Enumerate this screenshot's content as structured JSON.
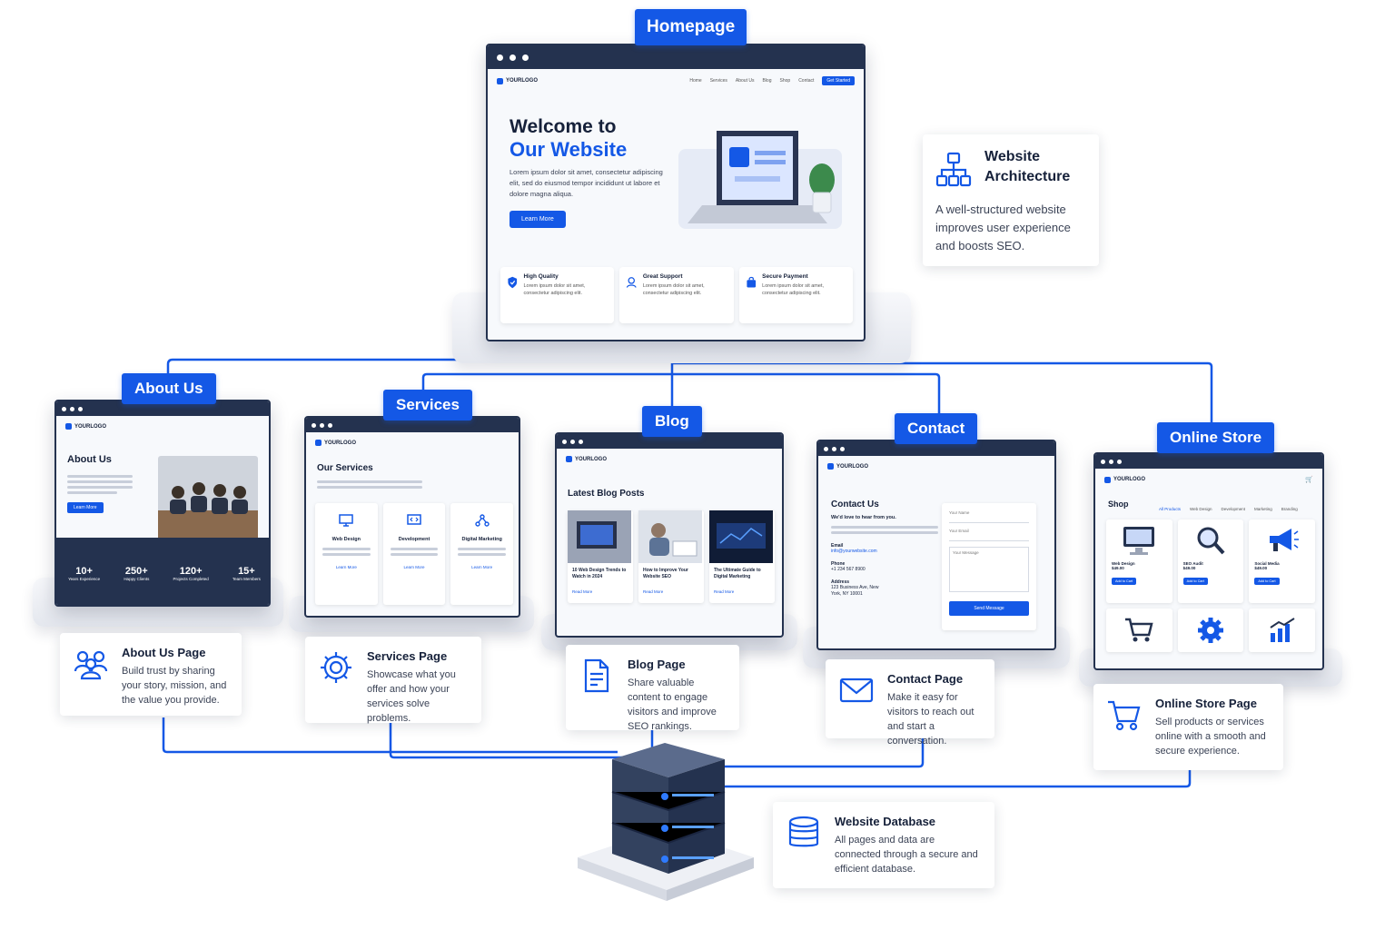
{
  "homepage": {
    "tag": "Homepage",
    "logo": "YOURLOGO",
    "nav": [
      "Home",
      "Services",
      "About Us",
      "Blog",
      "Shop",
      "Contact"
    ],
    "cta": "Get Started",
    "hero_line1": "Welcome to",
    "hero_line2": "Our Website",
    "hero_text": "Lorem ipsum dolor sit amet, consectetur adipiscing elit, sed do eiusmod tempor incididunt ut labore et dolore magna aliqua.",
    "hero_button": "Learn More",
    "features": [
      {
        "title": "High Quality",
        "text": "Lorem ipsum dolor sit amet, consectetur adipiscing elit."
      },
      {
        "title": "Great Support",
        "text": "Lorem ipsum dolor sit amet, consectetur adipiscing elit."
      },
      {
        "title": "Secure Payment",
        "text": "Lorem ipsum dolor sit amet, consectetur adipiscing elit."
      }
    ]
  },
  "architecture": {
    "title_line1": "Website",
    "title_line2": "Architecture",
    "text": "A well-structured website improves user experience and boosts SEO."
  },
  "about": {
    "tag": "About Us",
    "heading": "About Us",
    "button": "Learn More",
    "stats": [
      {
        "value": "10+",
        "label": "Years Experience"
      },
      {
        "value": "250+",
        "label": "Happy Clients"
      },
      {
        "value": "120+",
        "label": "Projects Completed"
      },
      {
        "value": "15+",
        "label": "Team Members"
      }
    ],
    "card_title": "About Us Page",
    "card_text": "Build trust by sharing your story, mission, and the value you provide."
  },
  "services": {
    "tag": "Services",
    "heading": "Our Services",
    "items": [
      "Web Design",
      "Development",
      "Digital Marketing"
    ],
    "item_link": "Learn More",
    "card_title": "Services Page",
    "card_text": "Showcase what you offer and how your services solve problems."
  },
  "blog": {
    "tag": "Blog",
    "heading": "Latest Blog Posts",
    "posts": [
      "10 Web Design Trends to Watch in 2024",
      "How to Improve Your Website SEO",
      "The Ultimate Guide to Digital Marketing"
    ],
    "post_link": "Read More",
    "card_title": "Blog Page",
    "card_text": "Share valuable content to engage visitors and improve SEO rankings."
  },
  "contact": {
    "tag": "Contact",
    "heading": "Contact Us",
    "subheading": "We'd love to hear from you.",
    "email_label": "Email",
    "email": "info@yourwebsite.com",
    "phone_label": "Phone",
    "phone": "+1 234 567 8900",
    "address_label": "Address",
    "address": "123 Business Ave, New York, NY 10001",
    "field_name": "Your Name",
    "field_email": "Your Email",
    "field_message": "Your Message",
    "send": "Send Message",
    "card_title": "Contact Page",
    "card_text": "Make it easy for visitors to reach out and start a conversation."
  },
  "store": {
    "tag": "Online Store",
    "heading": "Shop",
    "filters": [
      "All Products",
      "Web Design",
      "Development",
      "Marketing",
      "Branding"
    ],
    "products": [
      {
        "name": "Web Design",
        "price": "$49.00"
      },
      {
        "name": "SEO Audit",
        "price": "$49.00"
      },
      {
        "name": "Social Media",
        "price": "$49.00"
      }
    ],
    "add_to_cart": "Add to Cart",
    "card_title": "Online Store Page",
    "card_text": "Sell products or services online with a smooth and secure experience."
  },
  "database": {
    "card_title": "Website Database",
    "card_text": "All pages and data are connected through a secure and efficient database."
  },
  "colors": {
    "accent": "#1458e6",
    "navy": "#24324f",
    "text": "#16213a"
  }
}
